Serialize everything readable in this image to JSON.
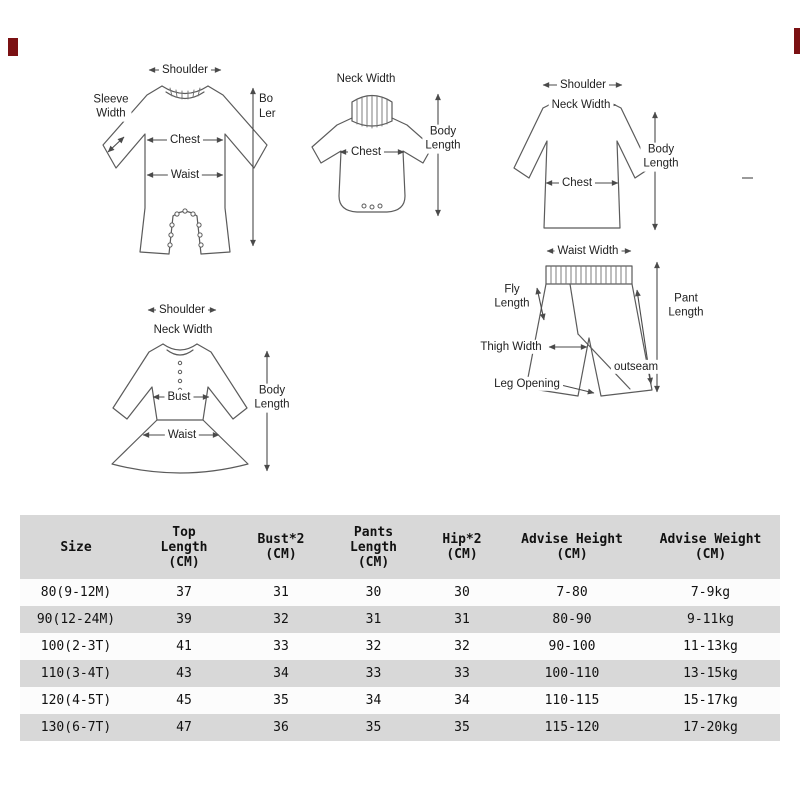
{
  "colors": {
    "line": "#4a4a4a",
    "garment_line": "#5b5b5b",
    "table_header_bg": "#d8d8d8",
    "table_band_bg": "#d8d8d8",
    "table_light_bg": "#fcfcfc",
    "red_mark": "#7b1113",
    "text": "#111111"
  },
  "diagrams": {
    "romper": {
      "shoulder": "Shoulder",
      "sleeve_width": "Sleeve\nWidth",
      "chest": "Chest",
      "waist": "Waist",
      "body_length_clipped": "Bo\nLer"
    },
    "bodysuit": {
      "neck_width": "Neck Width",
      "chest": "Chest",
      "body_length": "Body\nLength"
    },
    "top": {
      "shoulder": "Shoulder",
      "neck_width": "Neck Width",
      "chest": "Chest",
      "body_length": "Body\nLength"
    },
    "dress": {
      "shoulder": "Shoulder",
      "neck_width": "Neck Width",
      "bust": "Bust",
      "waist": "Waist",
      "body_length": "Body\nLength"
    },
    "shorts": {
      "waist_width": "Waist Width",
      "fly_length": "Fly\nLength",
      "thigh_width": "Thigh Width",
      "leg_opening": "Leg Opening",
      "pant_length": "Pant\nLength",
      "outseam": "outseam"
    }
  },
  "table": {
    "headers": [
      "Size",
      "Top\nLength\n(CM)",
      "Bust*2\n(CM)",
      "Pants\nLength\n(CM)",
      "Hip*2\n(CM)",
      "Advise Height\n(CM)",
      "Advise Weight\n(CM)"
    ],
    "rows": [
      [
        "80(9-12M)",
        "37",
        "31",
        "30",
        "30",
        "7-80",
        "7-9kg"
      ],
      [
        "90(12-24M)",
        "39",
        "32",
        "31",
        "31",
        "80-90",
        "9-11kg"
      ],
      [
        "100(2-3T)",
        "41",
        "33",
        "32",
        "32",
        "90-100",
        "11-13kg"
      ],
      [
        "110(3-4T)",
        "43",
        "34",
        "33",
        "33",
        "100-110",
        "13-15kg"
      ],
      [
        "120(4-5T)",
        "45",
        "35",
        "34",
        "34",
        "110-115",
        "15-17kg"
      ],
      [
        "130(6-7T)",
        "47",
        "36",
        "35",
        "35",
        "115-120",
        "17-20kg"
      ]
    ]
  }
}
